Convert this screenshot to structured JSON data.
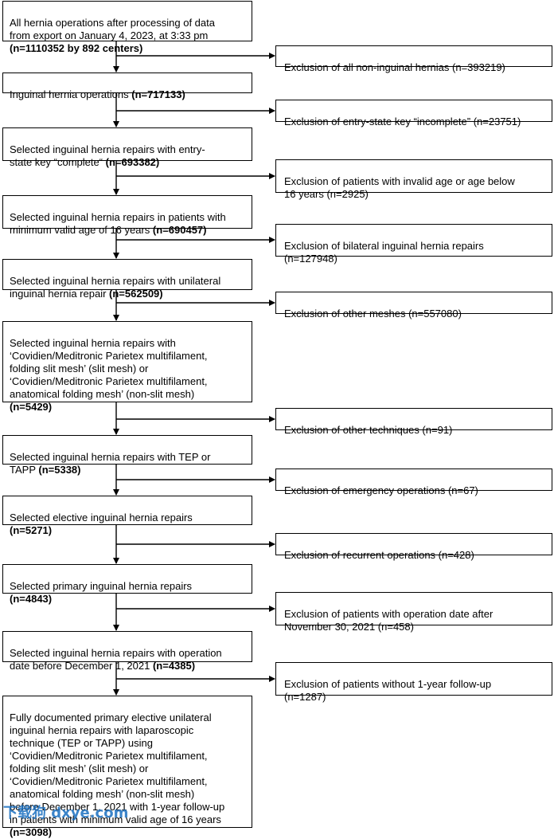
{
  "main_boxes": [
    {
      "text": "All hernia operations after processing of data\nfrom export on January 4, 2023, at 3:33 pm\n",
      "bold": "(n=1110352 by 892 centers)"
    },
    {
      "text": "Inguinal hernia operations ",
      "bold": "(n=717133)"
    },
    {
      "text": "Selected inguinal hernia repairs with entry-\nstate key “complete“ ",
      "bold": "(n=693382)"
    },
    {
      "text": "Selected inguinal hernia repairs in patients with\nminimum valid age of 16 years ",
      "bold": "(n=690457)"
    },
    {
      "text": "Selected inguinal hernia repairs with unilateral\ninguinal hernia repair ",
      "bold": "(n=562509)"
    },
    {
      "text": "Selected inguinal hernia repairs with\n‘Covidien/Meditronic Parietex multifilament,\nfolding slit mesh’ (slit mesh) or\n‘Covidien/Meditronic Parietex multifilament,\nanatomical folding mesh’ (non-slit mesh)\n",
      "bold": "(n=5429)"
    },
    {
      "text": "Selected inguinal hernia repairs with TEP or\nTAPP ",
      "bold": "(n=5338)"
    },
    {
      "text": "Selected elective inguinal hernia repairs\n",
      "bold": "(n=5271)"
    },
    {
      "text": "Selected primary inguinal hernia repairs\n",
      "bold": "(n=4843)"
    },
    {
      "text": "Selected inguinal hernia repairs with operation\ndate before December 1, 2021 ",
      "bold": "(n=4385)"
    },
    {
      "text": "Fully documented primary elective unilateral\ninguinal hernia repairs with laparoscopic\ntechnique (TEP or TAPP) using\n‘Covidien/Meditronic Parietex multifilament,\nfolding slit mesh’ (slit mesh) or\n‘Covidien/Meditronic Parietex multifilament,\nanatomical folding mesh’ (non-slit mesh)\nbefore December 1, 2021 with 1-year follow-up\nin patients with minimum valid age of 16 years\n",
      "bold": "(n=3098)"
    }
  ],
  "exclusion_boxes": [
    "Exclusion of all non-inguinal hernias (n=393219)",
    "Exclusion of entry-state key “incomplete” (n=23751)",
    "Exclusion of patients with invalid age or age below\n16 years (n=2925)",
    "Exclusion of bilateral inguinal hernia repairs\n(n=127948)",
    "Exclusion of other meshes (n=557080)",
    "Exclusion of other techniques (n=91)",
    "Exclusion of emergency operations (n=67)",
    "Exclusion of recurrent operations (n=428)",
    "Exclusion of patients with operation date after\nNovember 30, 2021 (n=458)",
    "Exclusion of patients without 1-year follow-up\n(n=1287)"
  ],
  "watermark": "下载狗 dxye.com"
}
